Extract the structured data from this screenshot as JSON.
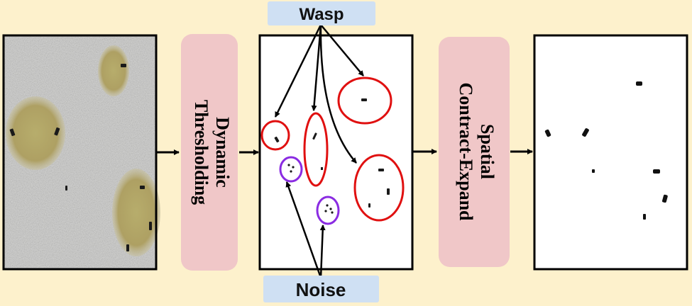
{
  "labels": {
    "wasp": "Wasp",
    "noise": "Noise",
    "step1": [
      "Dynamic",
      "Thresholding"
    ],
    "step2": [
      "Spatial",
      "Contract-Expand"
    ]
  },
  "colors": {
    "background": "#fdf1cc",
    "label_box": "#cfe0f3",
    "step_box": "#f0c7c8",
    "wasp_circle": "#e01010",
    "noise_circle": "#8a2be2",
    "frame": "#000000"
  }
}
